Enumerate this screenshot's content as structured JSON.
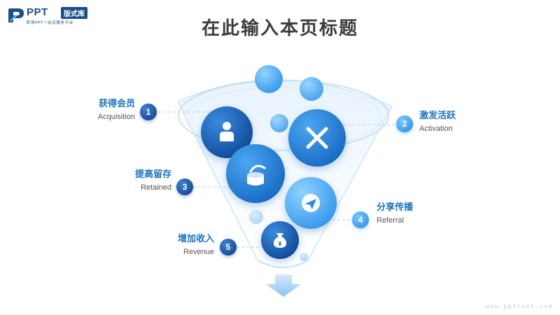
{
  "brand": {
    "name": "PPT",
    "badge": "版式库",
    "tagline": "职场PPT一站式服务平台"
  },
  "page": {
    "title": "在此输入本页标题",
    "watermark": "www.pptcool.com"
  },
  "steps": [
    {
      "number": "1",
      "label_cn": "获得会员",
      "label_en": "Acquisition",
      "icon": "user-icon"
    },
    {
      "number": "2",
      "label_cn": "激发活跃",
      "label_en": "Activation",
      "icon": "crossed-tools-icon"
    },
    {
      "number": "3",
      "label_cn": "提高留存",
      "label_en": "Retained",
      "icon": "open-box-icon"
    },
    {
      "number": "4",
      "label_cn": "分享传播",
      "label_en": "Referral",
      "icon": "paper-plane-icon"
    },
    {
      "number": "5",
      "label_cn": "增加收入",
      "label_en": "Revenue",
      "icon": "money-bag-icon"
    }
  ],
  "colors": {
    "primary_dark": "#0a3f86",
    "primary": "#1d73c4",
    "accent_light": "#5fb6f5",
    "title": "#3c3c3c"
  }
}
